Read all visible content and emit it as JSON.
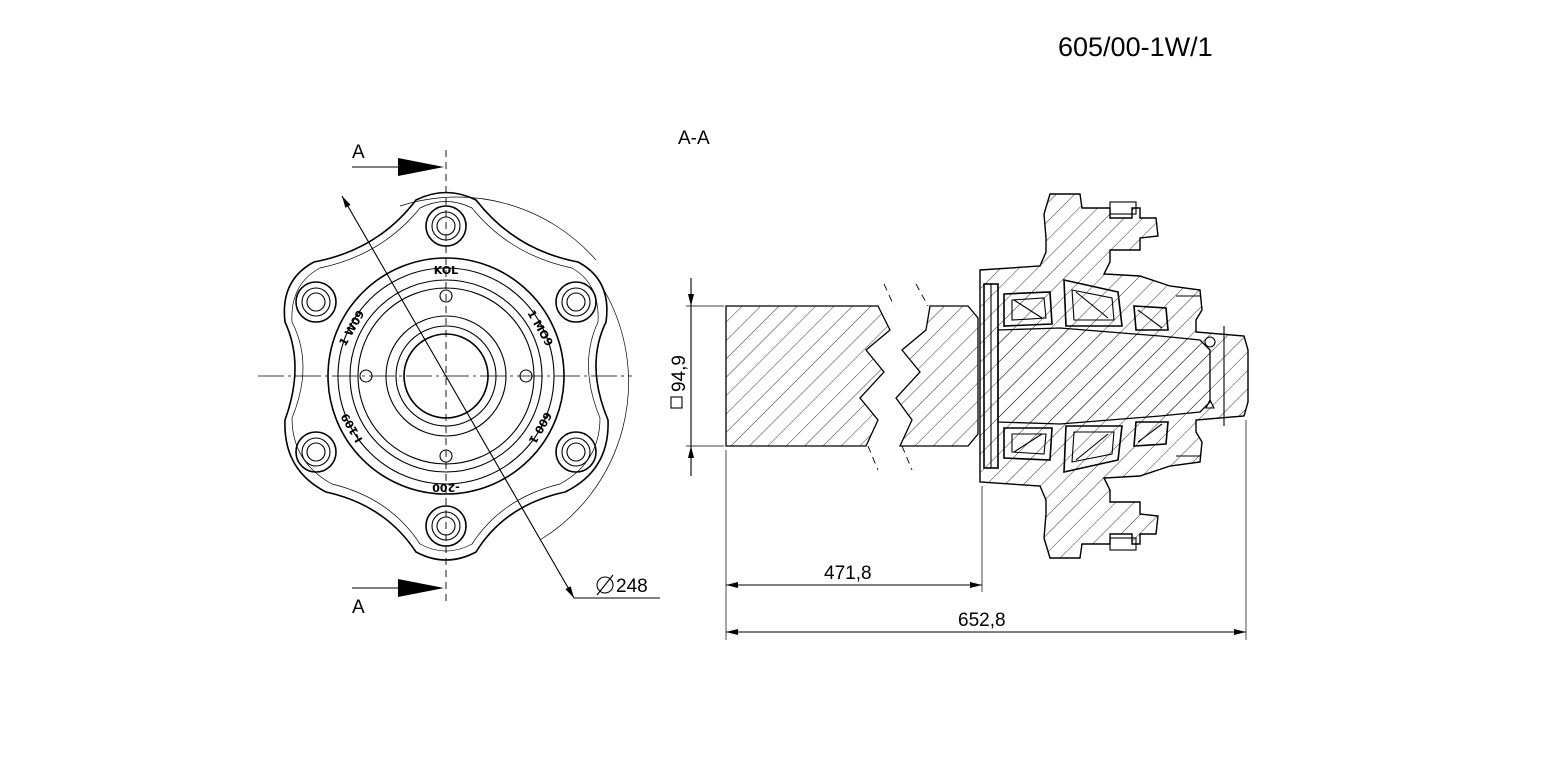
{
  "drawing": {
    "part_number": "605/00-1W/1",
    "section_title": "A-A",
    "section_mark_top": "A",
    "section_mark_bottom": "A",
    "dimensions": {
      "diameter": "248",
      "square": "94,9",
      "length_short": "471,8",
      "length_total": "652,8"
    },
    "hub_markings": [
      "KOL",
      "1 MO9",
      "600 1",
      "-200",
      "I-109",
      "1 W09"
    ]
  }
}
